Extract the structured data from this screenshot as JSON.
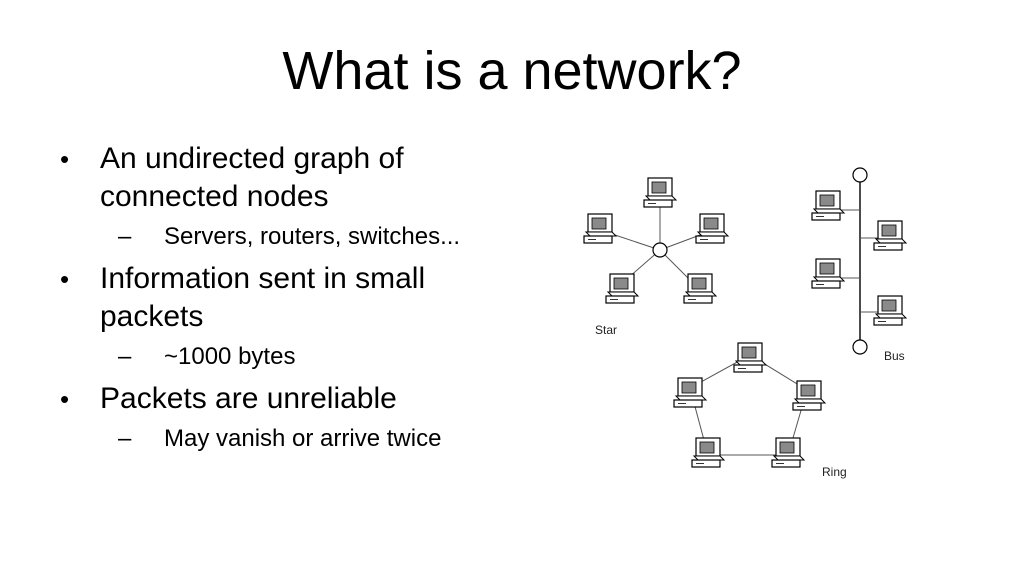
{
  "slide": {
    "title": "What is a network?",
    "bullets": [
      {
        "text": "An undirected graph of connected nodes",
        "sub": [
          "Servers, routers, switches..."
        ]
      },
      {
        "text": "Information sent in small packets",
        "sub": [
          "~1000 bytes"
        ]
      },
      {
        "text": "Packets are unreliable",
        "sub": [
          "May vanish or arrive twice"
        ]
      }
    ],
    "bullet_marker": "•",
    "sub_marker": "–"
  },
  "diagram": {
    "labels": {
      "star": "Star",
      "bus": "Bus",
      "ring": "Ring"
    }
  }
}
